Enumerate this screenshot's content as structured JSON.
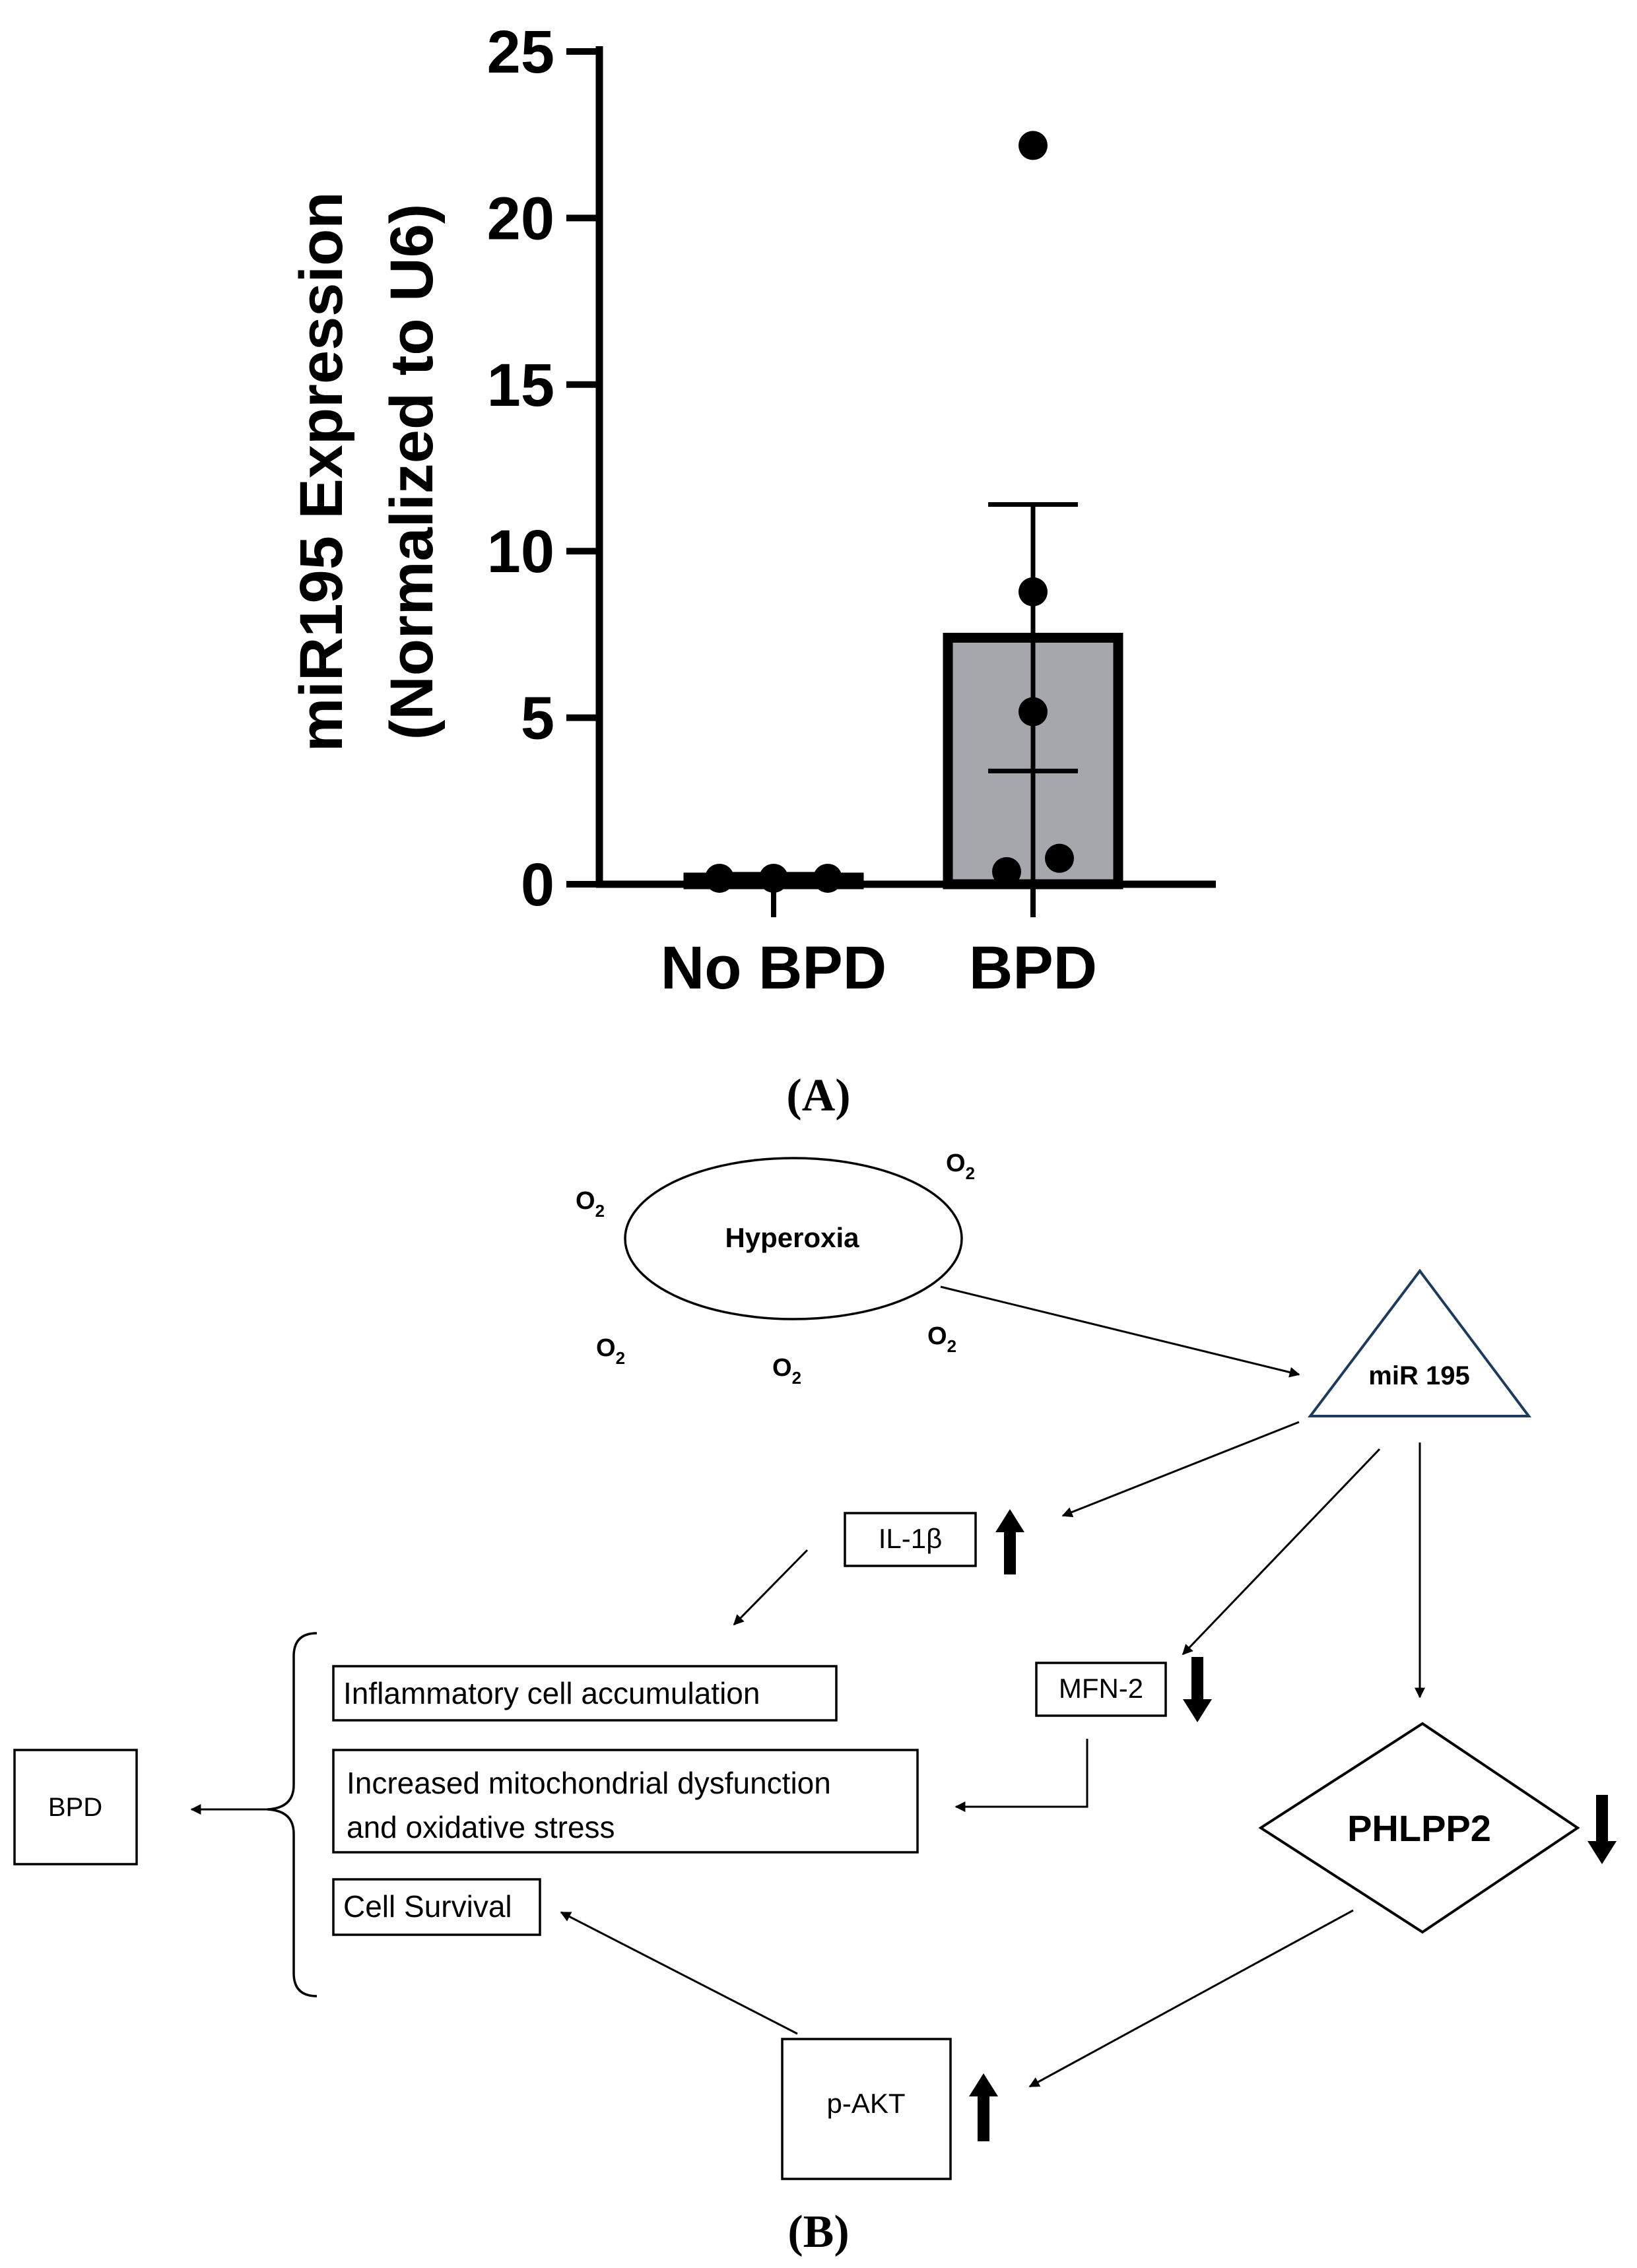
{
  "chart_data": {
    "type": "bar",
    "ylabel_line1": "miR195 Expression",
    "ylabel_line2": "(Normalized to U6)",
    "ylim": [
      0,
      25
    ],
    "yticks": [
      "0",
      "5",
      "10",
      "15",
      "20",
      "25"
    ],
    "yticks_values": [
      0,
      5,
      10,
      15,
      20,
      25
    ],
    "categories": [
      "No BPD",
      "BPD"
    ],
    "values": [
      0.2,
      7.4
    ],
    "error_sem": [
      0.1,
      4.0
    ],
    "points": [
      [
        0.1,
        0.1,
        0.1
      ],
      [
        22.1,
        8.7,
        5.1,
        0.7,
        0.3
      ]
    ],
    "bar_fill": [
      "#ffffff",
      "#a6a6ad"
    ],
    "panel_label": "(A)"
  },
  "diagram": {
    "panel_label": "(B)",
    "hyperoxia": "Hyperoxia",
    "oxygen": {
      "base": "O",
      "sub": "2"
    },
    "mir195": "miR 195",
    "il1b": "IL-1β",
    "mfn2": "MFN-2",
    "phlpp2": "PHLPP2",
    "pakt": "p-AKT",
    "bpd": "BPD",
    "effect_inflammatory": "Inflammatory cell accumulation",
    "effect_mito_line1": "Increased mitochondrial dysfunction",
    "effect_mito_line2": "and oxidative stress",
    "effect_survival": "Cell Survival",
    "arrow_up": "up",
    "arrow_down": "down"
  }
}
